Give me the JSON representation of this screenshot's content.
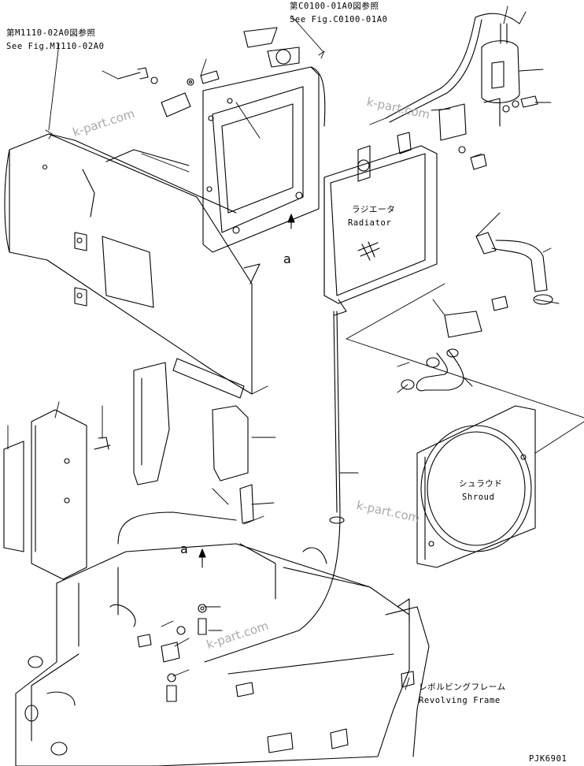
{
  "references": {
    "m1110_jp": "第M1110-02A0図参照",
    "m1110_en": "See Fig.M1110-02A0",
    "c0100_jp": "第C0100-01A0図参照",
    "c0100_en": "See Fig.C0100-01A0"
  },
  "parts": {
    "radiator_jp": "ラジエータ",
    "radiator_en": "Radiator",
    "shroud_jp": "シュラウド",
    "shroud_en": "Shroud",
    "frame_jp": "レボルビングフレーム",
    "frame_en": "Revolving Frame"
  },
  "view_markers": {
    "a_top": "a",
    "a_bottom": "a"
  },
  "watermarks": [
    "k-part.com",
    "k-part.com",
    "k-part.com",
    "k-part.com"
  ],
  "drawing_code": "PJK6901"
}
